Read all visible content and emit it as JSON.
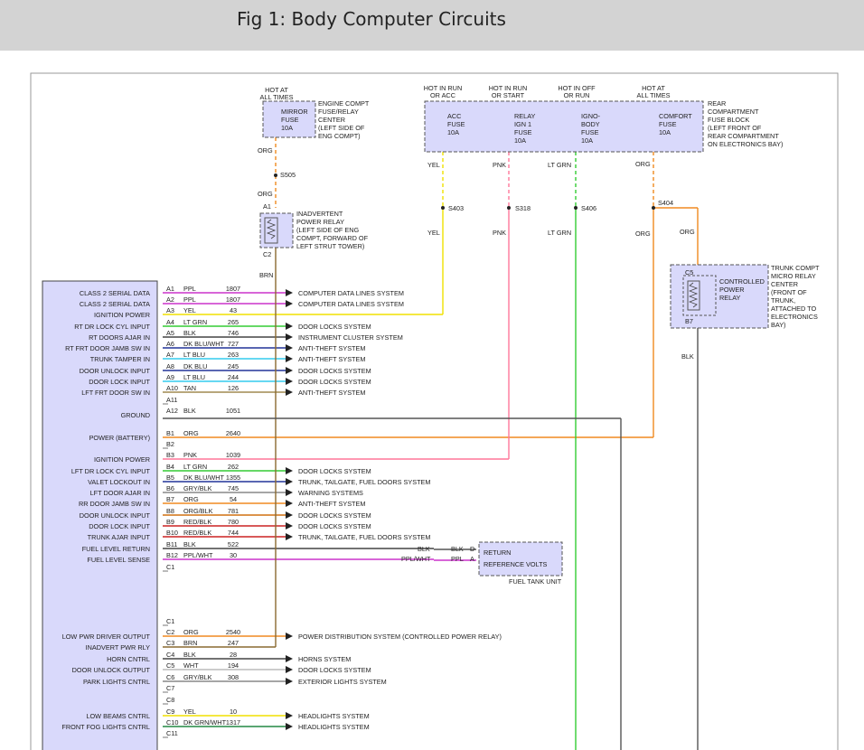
{
  "header": {
    "title": "Fig 1: Body Computer Circuits"
  },
  "power_top": {
    "hot_at_all_times_1": [
      "HOT AT",
      "ALL TIMES"
    ],
    "hot_in_run_or_acc": [
      "HOT IN RUN",
      "OR ACC"
    ],
    "hot_in_run_or_start": [
      "HOT IN RUN",
      "OR START"
    ],
    "hot_in_off_or_run": [
      "HOT IN OFF",
      "OR RUN"
    ],
    "hot_at_all_times_2": [
      "HOT AT",
      "ALL TIMES"
    ]
  },
  "mirror_fuse": {
    "label": [
      "MIRROR",
      "FUSE",
      "10A"
    ],
    "location": [
      "ENGINE COMPT",
      "FUSE/RELAY",
      "CENTER",
      "(LEFT SIDE OF",
      "ENG COMPT)"
    ]
  },
  "rear_fuse_block": {
    "fuses": [
      {
        "label": [
          "ACC",
          "FUSE",
          "10A"
        ]
      },
      {
        "label": [
          "RELAY",
          "IGN 1",
          "FUSE",
          "10A"
        ]
      },
      {
        "label": [
          "IGNO-",
          "BODY",
          "FUSE",
          "10A"
        ]
      },
      {
        "label": [
          "COMFORT",
          "FUSE",
          "10A"
        ]
      }
    ],
    "location": [
      "REAR",
      "COMPARTMENT",
      "FUSE BLOCK",
      "(LEFT FRONT OF",
      "REAR COMPARTMENT",
      "ON ELECTRONICS BAY)"
    ]
  },
  "wire_labels": {
    "org1": "ORG",
    "s505": "S505",
    "org2": "ORG",
    "a1": "A1",
    "c2": "C2",
    "brn": "BRN",
    "yel1": "YEL",
    "pnk1": "PNK",
    "ltgrn1": "LT GRN",
    "org3": "ORG",
    "s403": "S403",
    "s318": "S318",
    "s406": "S406",
    "s404": "S404",
    "yel2": "YEL",
    "pnk2": "PNK",
    "ltgrn2": "LT GRN",
    "org4": "ORG",
    "org5": "ORG",
    "c5": "C5",
    "b7": "B7",
    "blk": "BLK"
  },
  "inadvertent_relay": {
    "location": [
      "INADVERTENT",
      "POWER RELAY",
      "(LEFT SIDE OF ENG",
      "COMPT, FORWARD OF",
      "LEFT STRUT TOWER)"
    ]
  },
  "trunk_relay": {
    "label": [
      "CONTROLLED",
      "POWER",
      "RELAY"
    ],
    "location": [
      "TRUNK COMPT",
      "MICRO RELAY",
      "CENTER",
      "(FRONT OF",
      "TRUNK,",
      "ATTACHED TO",
      "ELECTRONICS",
      "BAY)"
    ]
  },
  "fuel_tank": {
    "return": "RETURN",
    "ref": "REFERENCE VOLTS",
    "unit": "FUEL TANK UNIT",
    "d": "D",
    "a": "A",
    "blk_in": "BLK",
    "blk_out": "BLK",
    "ppl_in": "PPL/WHT",
    "ppl_out": "PPL"
  },
  "rows": [
    {
      "func": "CLASS 2 SERIAL DATA",
      "pin": "A1",
      "color": "PPL",
      "circ": "1807",
      "dest": "COMPUTER DATA LINES SYSTEM",
      "hex": "#cc33cc"
    },
    {
      "func": "CLASS 2 SERIAL DATA",
      "pin": "A2",
      "color": "PPL",
      "circ": "1807",
      "dest": "COMPUTER DATA LINES SYSTEM",
      "hex": "#cc33cc"
    },
    {
      "func": "IGNITION POWER",
      "pin": "A3",
      "color": "YEL",
      "circ": "43",
      "dest": "",
      "hex": "#f0e000"
    },
    {
      "func": "RT DR LOCK CYL INPUT",
      "pin": "A4",
      "color": "LT GRN",
      "circ": "265",
      "dest": "DOOR LOCKS SYSTEM",
      "hex": "#33cc33"
    },
    {
      "func": "RT DOORS AJAR IN",
      "pin": "A5",
      "color": "BLK",
      "circ": "746",
      "dest": "INSTRUMENT CLUSTER SYSTEM",
      "hex": "#444444"
    },
    {
      "func": "RT FRT DOOR JAMB SW IN",
      "pin": "A6",
      "color": "DK BLU/WHT",
      "circ": "727",
      "dest": "ANTI-THEFT SYSTEM",
      "hex": "#223399"
    },
    {
      "func": "TRUNK TAMPER IN",
      "pin": "A7",
      "color": "LT BLU",
      "circ": "263",
      "dest": "ANTI-THEFT SYSTEM",
      "hex": "#33ccee"
    },
    {
      "func": "DOOR UNLOCK INPUT",
      "pin": "A8",
      "color": "DK BLU",
      "circ": "245",
      "dest": "DOOR LOCKS SYSTEM",
      "hex": "#223399"
    },
    {
      "func": "DOOR LOCK INPUT",
      "pin": "A9",
      "color": "LT BLU",
      "circ": "244",
      "dest": "DOOR LOCKS SYSTEM",
      "hex": "#33ccee"
    },
    {
      "func": "LFT FRT DOOR SW IN",
      "pin": "A10",
      "color": "TAN",
      "circ": "126",
      "dest": "ANTI-THEFT SYSTEM",
      "hex": "#a08a50"
    },
    {
      "func": "",
      "pin": "A11",
      "color": "",
      "circ": "",
      "dest": "",
      "hex": ""
    },
    {
      "func": "GROUND",
      "pin": "A12",
      "color": "BLK",
      "circ": "1051",
      "dest": "",
      "hex": "#444444"
    },
    {
      "func": "POWER (BATTERY)",
      "pin": "B1",
      "color": "ORG",
      "circ": "2640",
      "dest": "",
      "hex": "#f08a20"
    },
    {
      "func": "",
      "pin": "B2",
      "color": "",
      "circ": "",
      "dest": "",
      "hex": ""
    },
    {
      "func": "IGNITION POWER",
      "pin": "B3",
      "color": "PNK",
      "circ": "1039",
      "dest": "",
      "hex": "#ff7799"
    },
    {
      "func": "LFT DR LOCK CYL INPUT",
      "pin": "B4",
      "color": "LT GRN",
      "circ": "262",
      "dest": "DOOR LOCKS SYSTEM",
      "hex": "#33cc33"
    },
    {
      "func": "VALET LOCKOUT IN",
      "pin": "B5",
      "color": "DK BLU/WHT",
      "circ": "1355",
      "dest": "TRUNK, TAILGATE, FUEL DOORS SYSTEM",
      "hex": "#223399"
    },
    {
      "func": "LFT DOOR AJAR IN",
      "pin": "B6",
      "color": "GRY/BLK",
      "circ": "745",
      "dest": "WARNING SYSTEMS",
      "hex": "#888888"
    },
    {
      "func": "RR DOOR JAMB SW IN",
      "pin": "B7",
      "color": "ORG",
      "circ": "54",
      "dest": "ANTI-THEFT SYSTEM",
      "hex": "#f08a20"
    },
    {
      "func": "DOOR UNLOCK INPUT",
      "pin": "B8",
      "color": "ORG/BLK",
      "circ": "781",
      "dest": "DOOR LOCKS SYSTEM",
      "hex": "#d07010"
    },
    {
      "func": "DOOR LOCK INPUT",
      "pin": "B9",
      "color": "RED/BLK",
      "circ": "780",
      "dest": "DOOR LOCKS SYSTEM",
      "hex": "#cc2222"
    },
    {
      "func": "TRUNK AJAR INPUT",
      "pin": "B10",
      "color": "RED/BLK",
      "circ": "744",
      "dest": "TRUNK, TAILGATE, FUEL DOORS SYSTEM",
      "hex": "#cc2222"
    },
    {
      "func": "FUEL LEVEL RETURN",
      "pin": "B11",
      "color": "BLK",
      "circ": "522",
      "dest": "",
      "hex": "#444444"
    },
    {
      "func": "FUEL LEVEL SENSE",
      "pin": "B12",
      "color": "PPL/WHT",
      "circ": "30",
      "dest": "",
      "hex": "#cc33cc"
    },
    {
      "func": "",
      "pin": "C1",
      "color": "",
      "circ": "",
      "dest": "",
      "hex": ""
    },
    {
      "func": "",
      "pin": "C1",
      "color": "",
      "circ": "",
      "dest": "",
      "hex": ""
    },
    {
      "func": "LOW PWR DRIVER OUTPUT",
      "pin": "C2",
      "color": "ORG",
      "circ": "2540",
      "dest": "POWER DISTRIBUTION SYSTEM (CONTROLLED POWER RELAY)",
      "hex": "#f08a20"
    },
    {
      "func": "INADVERT PWR RLY",
      "pin": "C3",
      "color": "BRN",
      "circ": "247",
      "dest": "",
      "hex": "#8a6a30"
    },
    {
      "func": "HORN CNTRL",
      "pin": "C4",
      "color": "BLK",
      "circ": "28",
      "dest": "HORNS SYSTEM",
      "hex": "#444444"
    },
    {
      "func": "DOOR UNLOCK OUTPUT",
      "pin": "C5",
      "color": "WHT",
      "circ": "194",
      "dest": "DOOR LOCKS SYSTEM",
      "hex": "#bbbbbb"
    },
    {
      "func": "PARK LIGHTS CNTRL",
      "pin": "C6",
      "color": "GRY/BLK",
      "circ": "308",
      "dest": "EXTERIOR LIGHTS SYSTEM",
      "hex": "#888888"
    },
    {
      "func": "",
      "pin": "C7",
      "color": "",
      "circ": "",
      "dest": "",
      "hex": ""
    },
    {
      "func": "",
      "pin": "C8",
      "color": "",
      "circ": "",
      "dest": "",
      "hex": ""
    },
    {
      "func": "LOW BEAMS CNTRL",
      "pin": "C9",
      "color": "YEL",
      "circ": "10",
      "dest": "HEADLIGHTS SYSTEM",
      "hex": "#f0e000"
    },
    {
      "func": "FRONT FOG LIGHTS CNTRL",
      "pin": "C10",
      "color": "DK GRN/WHT",
      "circ": "1317",
      "dest": "HEADLIGHTS SYSTEM",
      "hex": "#228844"
    },
    {
      "func": "",
      "pin": "C11",
      "color": "",
      "circ": "",
      "dest": "",
      "hex": ""
    }
  ]
}
